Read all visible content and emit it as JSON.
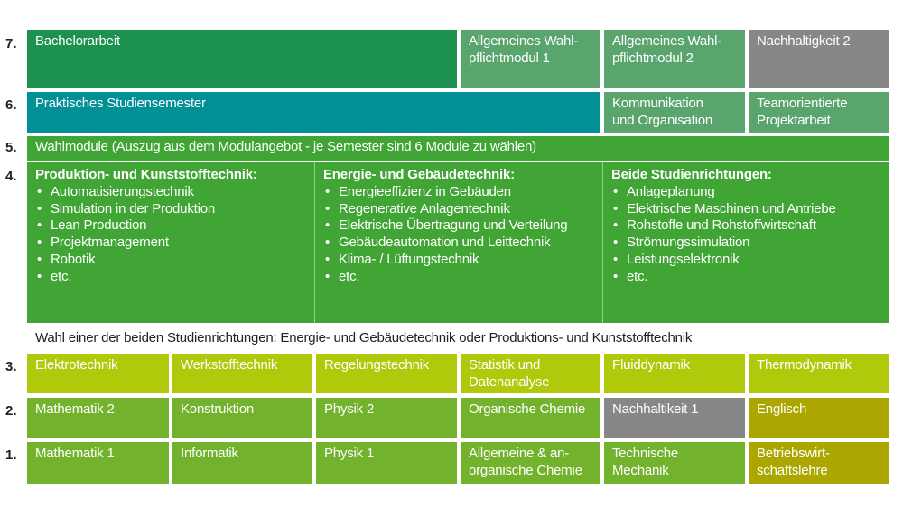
{
  "colors": {
    "thesis": "#1c9150",
    "practical": "#009096",
    "general_elective": "#5aa56d",
    "sustainability": "#878787",
    "electives": "#40a535",
    "semester3": "#b0c90a",
    "basics": "#73b22d",
    "business": "#aba700"
  },
  "semesters": [
    "7.",
    "6.",
    "5.",
    "4.",
    "3.",
    "2.",
    "1."
  ],
  "row7": [
    "Bachelorarbeit",
    "Allgemeines Wahl-\npflichtmodul 1",
    "Allgemeines Wahl-\npflichtmodul 2",
    "Nachhaltigkeit 2"
  ],
  "row6": [
    "Praktisches Studiensemester",
    "Kommunikation\nund Organisation",
    "Teamorientierte\nProjektarbeit"
  ],
  "row5": "Wahlmodule (Auszug aus dem Modulangebot - je Semester sind 6 Module zu wählen)",
  "row4": [
    {
      "title": "Produktion- und Kunststofftechnik:",
      "items": [
        "Automatisierungstechnik",
        "Simulation in der Produktion",
        "Lean Production",
        "Projektmanagement",
        "Robotik",
        "etc."
      ]
    },
    {
      "title": "Energie- und Gebäudetechnik:",
      "items": [
        "Energieeffizienz in Gebäuden",
        "Regenerative Anlagentechnik",
        "Elektrische Übertragung und Verteilung",
        "Gebäudeautomation und Leittechnik",
        "Klima- / Lüftungstechnik",
        "etc."
      ]
    },
    {
      "title": "Beide Studienrichtungen:",
      "items": [
        "Anlageplanung",
        "Elektrische Maschinen und Antriebe",
        "Rohstoffe und Rohstoffwirtschaft",
        "Strömungssimulation",
        "Leistungselektronik",
        "etc."
      ]
    }
  ],
  "note": "Wahl einer der beiden Studienrichtungen: Energie- und Gebäudetechnik oder Produktions- und Kunststofftechnik",
  "row3": [
    "Elektrotechnik",
    "Werkstofftechnik",
    "Regelungstechnik",
    "Statistik und\nDatenanalyse",
    "Fluiddynamik",
    "Thermodynamik"
  ],
  "row2": [
    "Mathematik 2",
    "Konstruktion",
    "Physik 2",
    "Organische Chemie",
    "Nachhaltikeit 1",
    "Englisch"
  ],
  "row1": [
    "Mathematik 1",
    "Informatik",
    "Physik 1",
    "Allgemeine & an-\norganische Chemie",
    "Technische\nMechanik",
    "Betriebswirt-\nschaftslehre"
  ]
}
